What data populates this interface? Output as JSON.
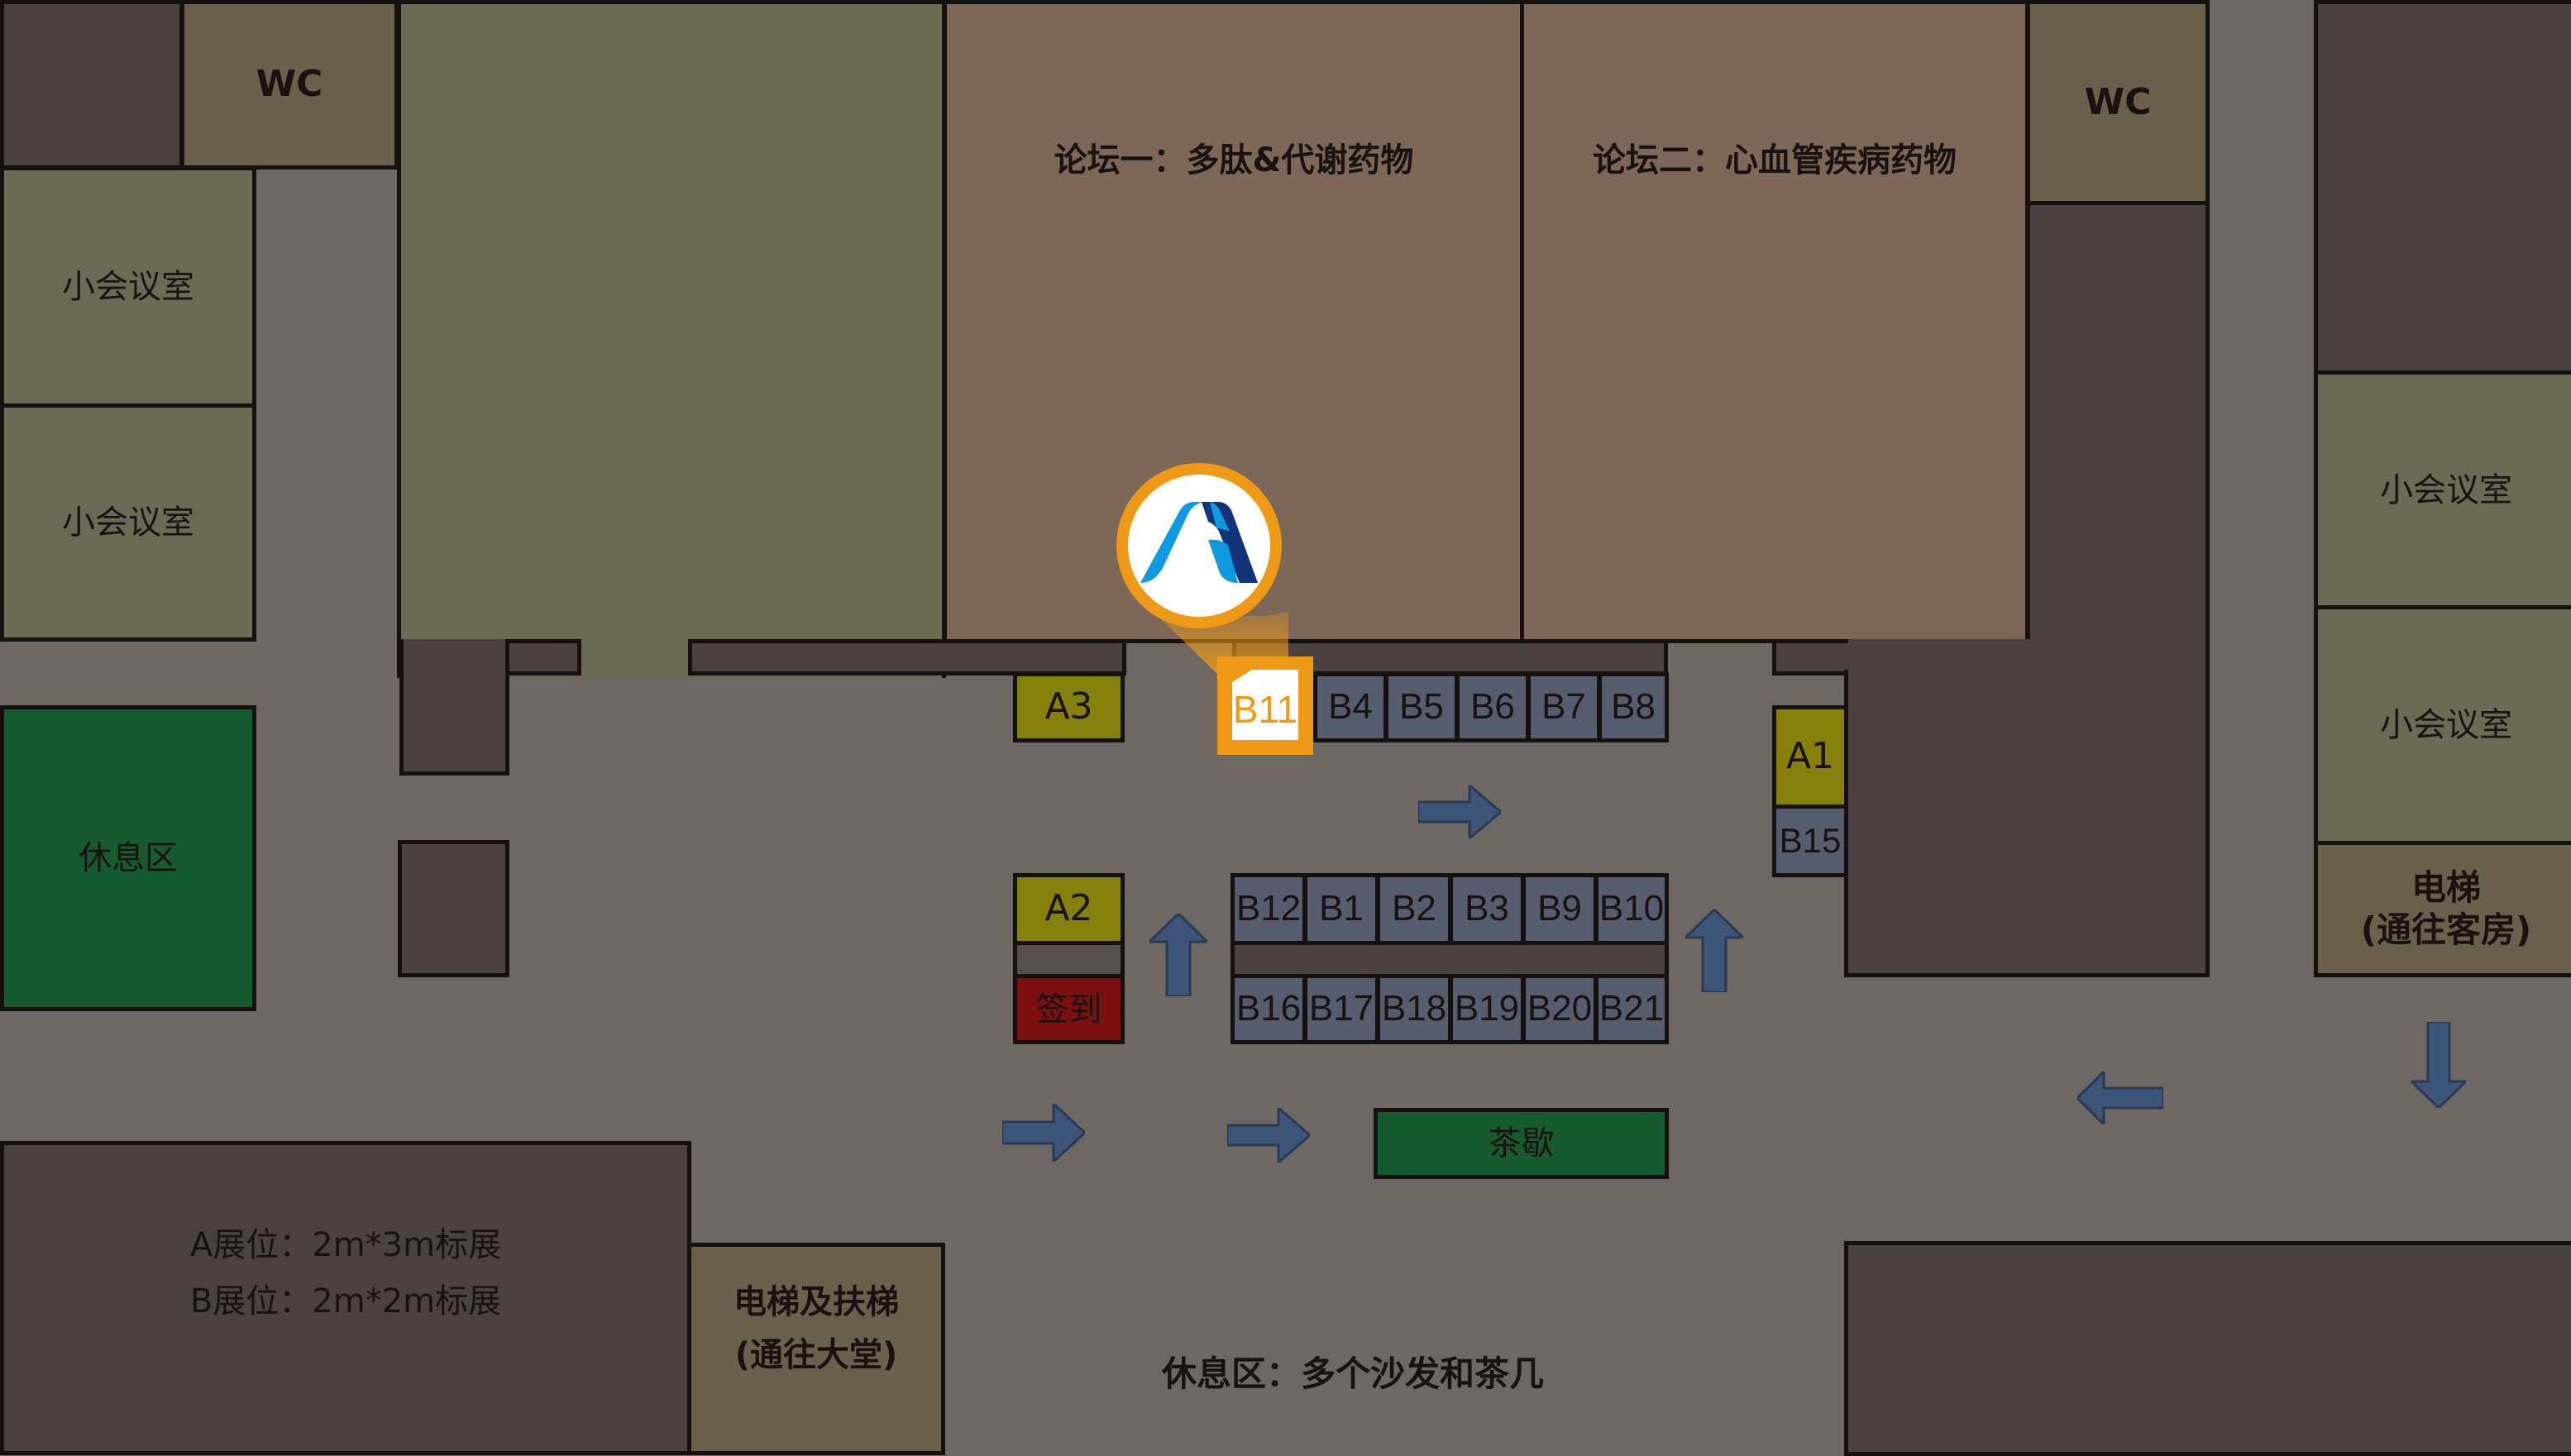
{
  "rooms": {
    "wc_left": "WC",
    "wc_right": "WC",
    "meeting_left_1": "小会议室",
    "meeting_left_2": "小会议室",
    "meeting_right_1": "小会议室",
    "meeting_right_2": "小会议室",
    "forum_1": "论坛一：多肽&代谢药物",
    "forum_2": "论坛二：心血管疾病药物",
    "rest_area_left": "休息区",
    "elevator_right_line1": "电梯",
    "elevator_right_line2": "(通往客房)",
    "elevator_escalator_line1": "电梯及扶梯",
    "elevator_escalator_line2": "(通往大堂)",
    "tea_break": "茶歇",
    "check_in": "签到",
    "rest_area_bottom": "休息区：多个沙发和茶几"
  },
  "legend": {
    "a_booth": "A展位：2m*3m标展",
    "b_booth": "B展位：2m*2m标展"
  },
  "booths": {
    "a": [
      "A1",
      "A2",
      "A3"
    ],
    "top_row": [
      "B11",
      "B4",
      "B5",
      "B6",
      "B7",
      "B8"
    ],
    "middle_row": [
      "B12",
      "B1",
      "B2",
      "B3",
      "B9",
      "B10"
    ],
    "bottom_row": [
      "B16",
      "B17",
      "B18",
      "B19",
      "B20",
      "B21"
    ],
    "side": "B15"
  },
  "highlight": {
    "booth": "B11",
    "color": "#ee9a17",
    "logo": "company-logo"
  },
  "colors": {
    "corridor": "#6e6865",
    "booth_a": "#85800c",
    "booth_b": "#565d6e",
    "rest_green": "#165a30",
    "check_in_red": "#7a1010",
    "arrow": "#3d5578"
  }
}
